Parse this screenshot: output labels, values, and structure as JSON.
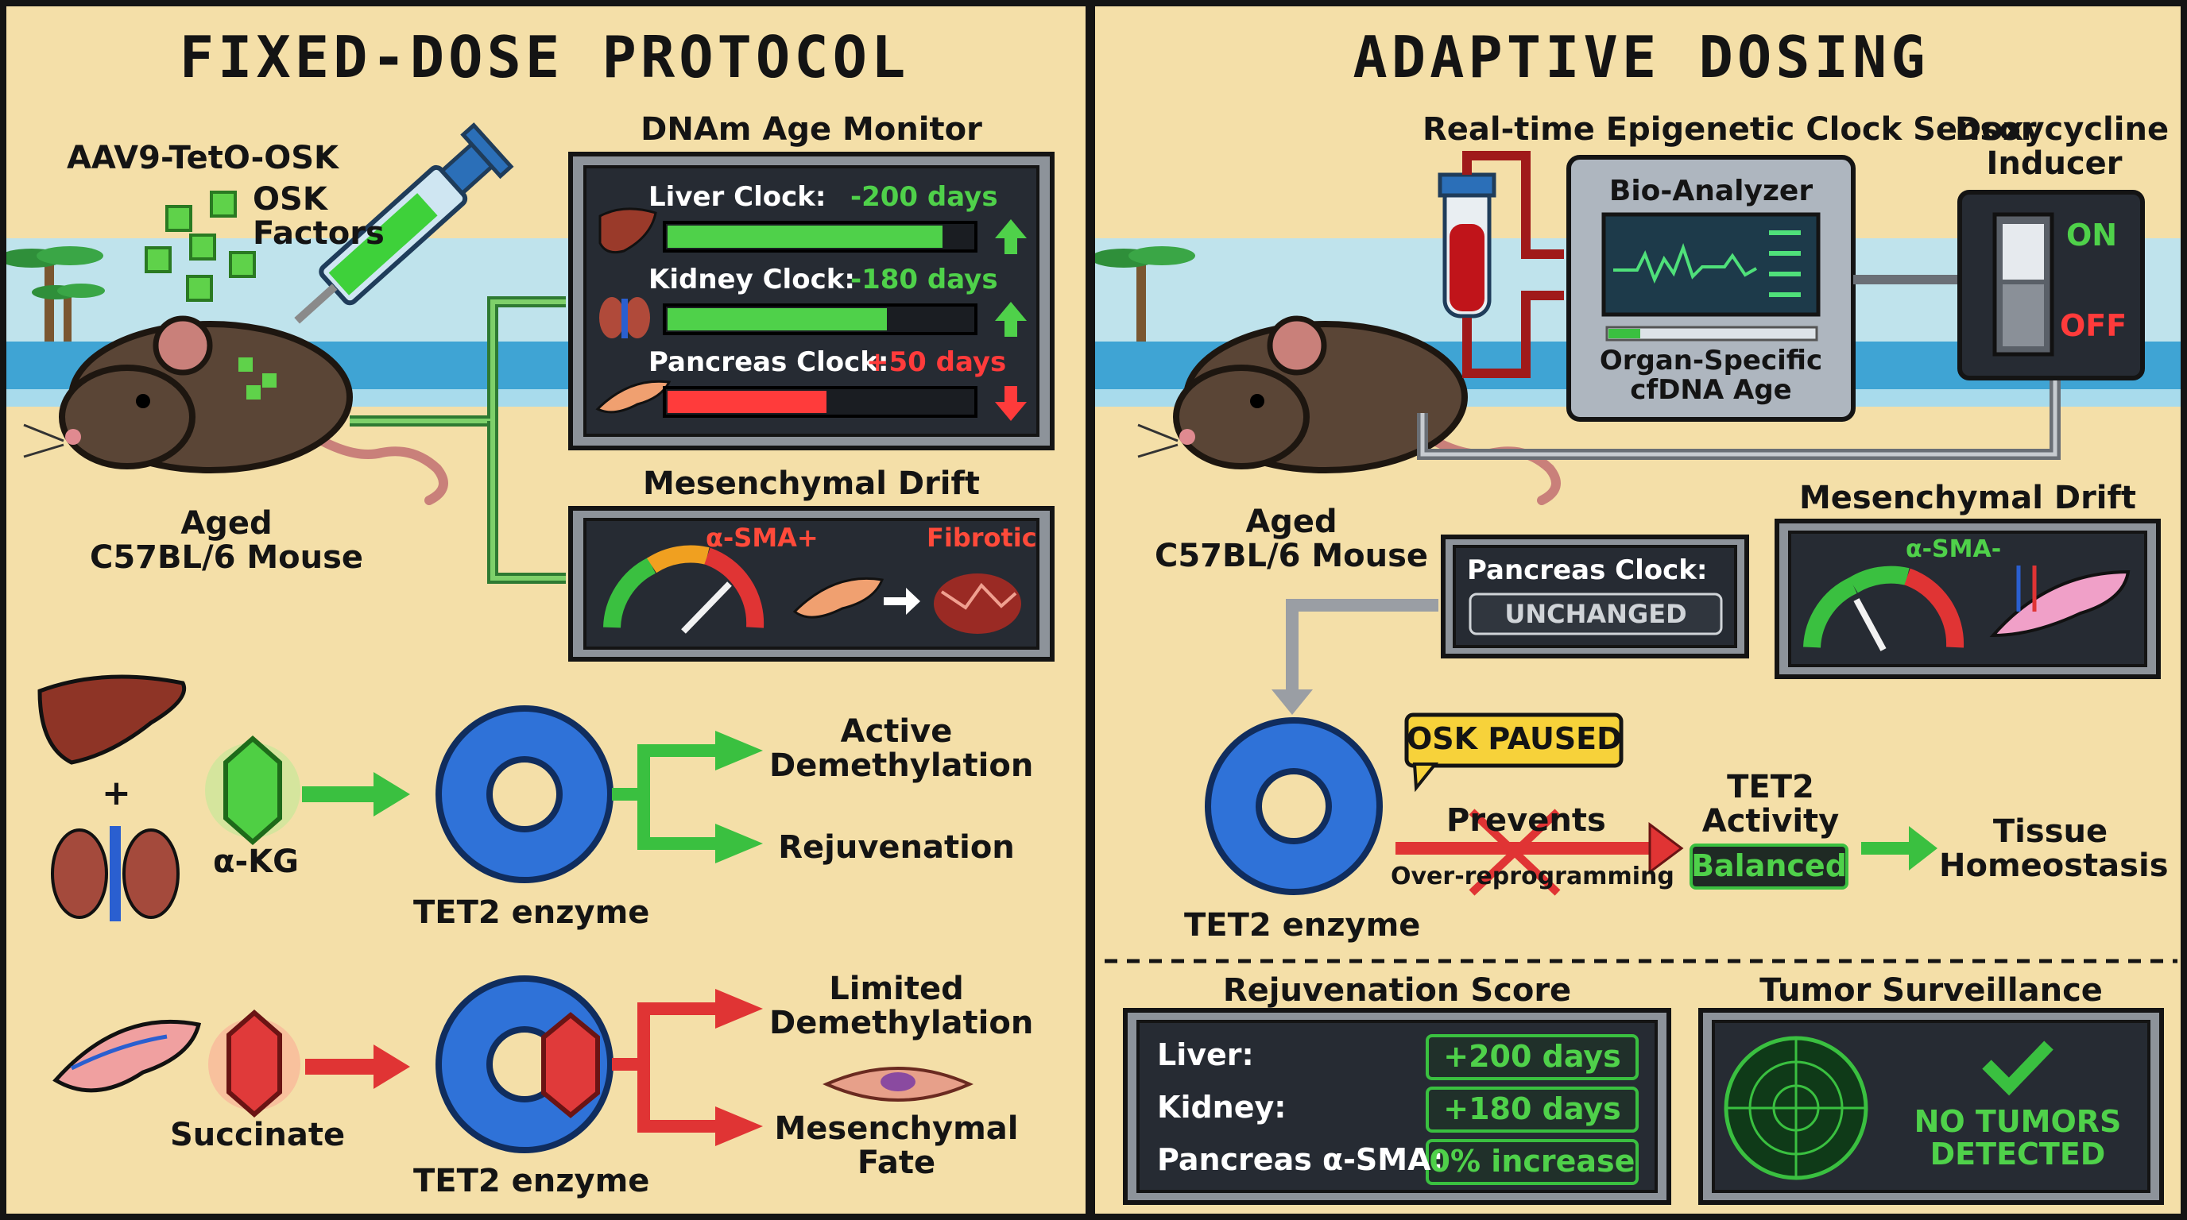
{
  "left": {
    "title": "FIXED-DOSE PROTOCOL",
    "vector": "AAV9-TetO-OSK",
    "factors": "OSK\nFactors",
    "mouse": "Aged\nC57BL/6 Mouse",
    "monitor": {
      "title": "DNAm Age Monitor",
      "rows": [
        {
          "label": "Liver Clock:",
          "value": "-200 days",
          "level": 0.9,
          "trend": "up"
        },
        {
          "label": "Kidney Clock:",
          "value": "-180 days",
          "level": 0.72,
          "trend": "up"
        },
        {
          "label": "Pancreas Clock:",
          "value": "+50 days",
          "level": 0.52,
          "trend": "down"
        }
      ]
    },
    "drift": {
      "title": "Mesenchymal Drift",
      "marker": "α-SMA+",
      "outcome": "Fibrotic"
    },
    "pathway1": {
      "plus": "+",
      "metabolite": "α-KG",
      "enzyme": "TET2 enzyme",
      "out1": "Active\nDemethylation",
      "out2": "Rejuvenation"
    },
    "pathway2": {
      "metabolite": "Succinate",
      "enzyme": "TET2 enzyme",
      "out1": "Limited\nDemethylation",
      "out2": "Mesenchymal\nFate"
    }
  },
  "right": {
    "title": "ADAPTIVE DOSING",
    "sensor": "Real-time Epigenetic Clock Sensor",
    "analyzer": "Bio-Analyzer",
    "analyzer_sub": "Organ-Specific\ncfDNA Age",
    "inducer": "Doxycycline\nInducer",
    "switch_on": "ON",
    "switch_off": "OFF",
    "mouse": "Aged\nC57BL/6 Mouse",
    "pancreas_label": "Pancreas Clock:",
    "pancreas_value": "UNCHANGED",
    "drift": {
      "title": "Mesenchymal Drift",
      "marker": "α-SMA-"
    },
    "osk_paused": "OSK PAUSED",
    "prevents": "Prevents",
    "overrep": "Over-reprogramming",
    "enzyme": "TET2 enzyme",
    "tet2_activity": "TET2\nActivity",
    "balanced": "Balanced",
    "homeostasis": "Tissue\nHomeostasis",
    "score": {
      "title": "Rejuvenation Score",
      "rows": [
        {
          "label": "Liver:",
          "value": "+200 days"
        },
        {
          "label": "Kidney:",
          "value": "+180 days"
        },
        {
          "label": "Pancreas α-SMA:",
          "value": "0% increase"
        }
      ]
    },
    "tumor": {
      "title": "Tumor Surveillance",
      "result": "NO TUMORS\nDETECTED"
    }
  }
}
